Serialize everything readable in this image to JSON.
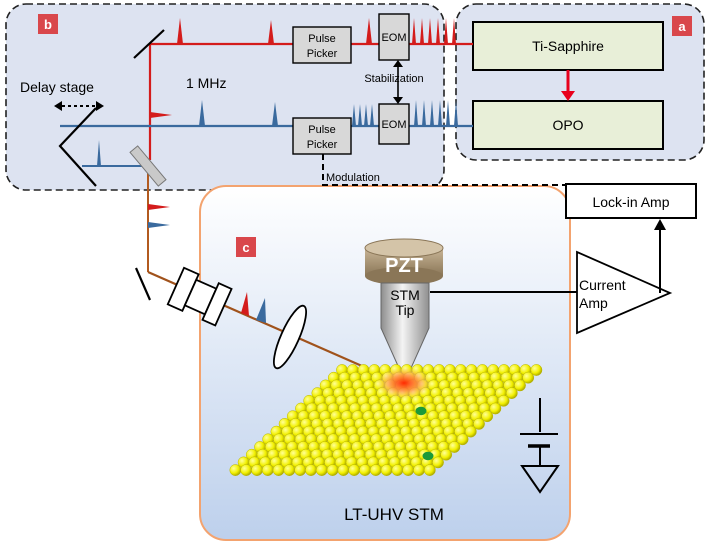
{
  "panels": {
    "a": "a",
    "b": "b",
    "c": "c"
  },
  "laser": {
    "ti_sapphire": "Ti-Sapphire",
    "opo": "OPO"
  },
  "optics": {
    "pulse_picker_top": [
      "Pulse",
      "Picker"
    ],
    "pulse_picker_bottom": [
      "Pulse",
      "Picker"
    ],
    "eom_top": "EOM",
    "eom_bottom": "EOM",
    "stabilization": "Stabilization",
    "modulation": "Modulation",
    "rep_rate": "1 MHz",
    "delay_stage": "Delay stage"
  },
  "electronics": {
    "lockin": "Lock-in Amp",
    "current_amp": [
      "Current",
      "Amp"
    ]
  },
  "stm": {
    "pzt": "PZT",
    "tip": [
      "STM",
      "Tip"
    ],
    "title": "LT-UHV STM"
  },
  "colors": {
    "red_beam": "#d41c1c",
    "blue_beam": "#3a6a9e",
    "panel_ab_fill": "#dde3f1",
    "panel_c_border": "#f3a36f",
    "tag_fill": "#d9474b",
    "laser_box_fill": "#e8efd8",
    "atom_yellow": "#f2f000",
    "dopant_green": "#1a9a3a"
  }
}
